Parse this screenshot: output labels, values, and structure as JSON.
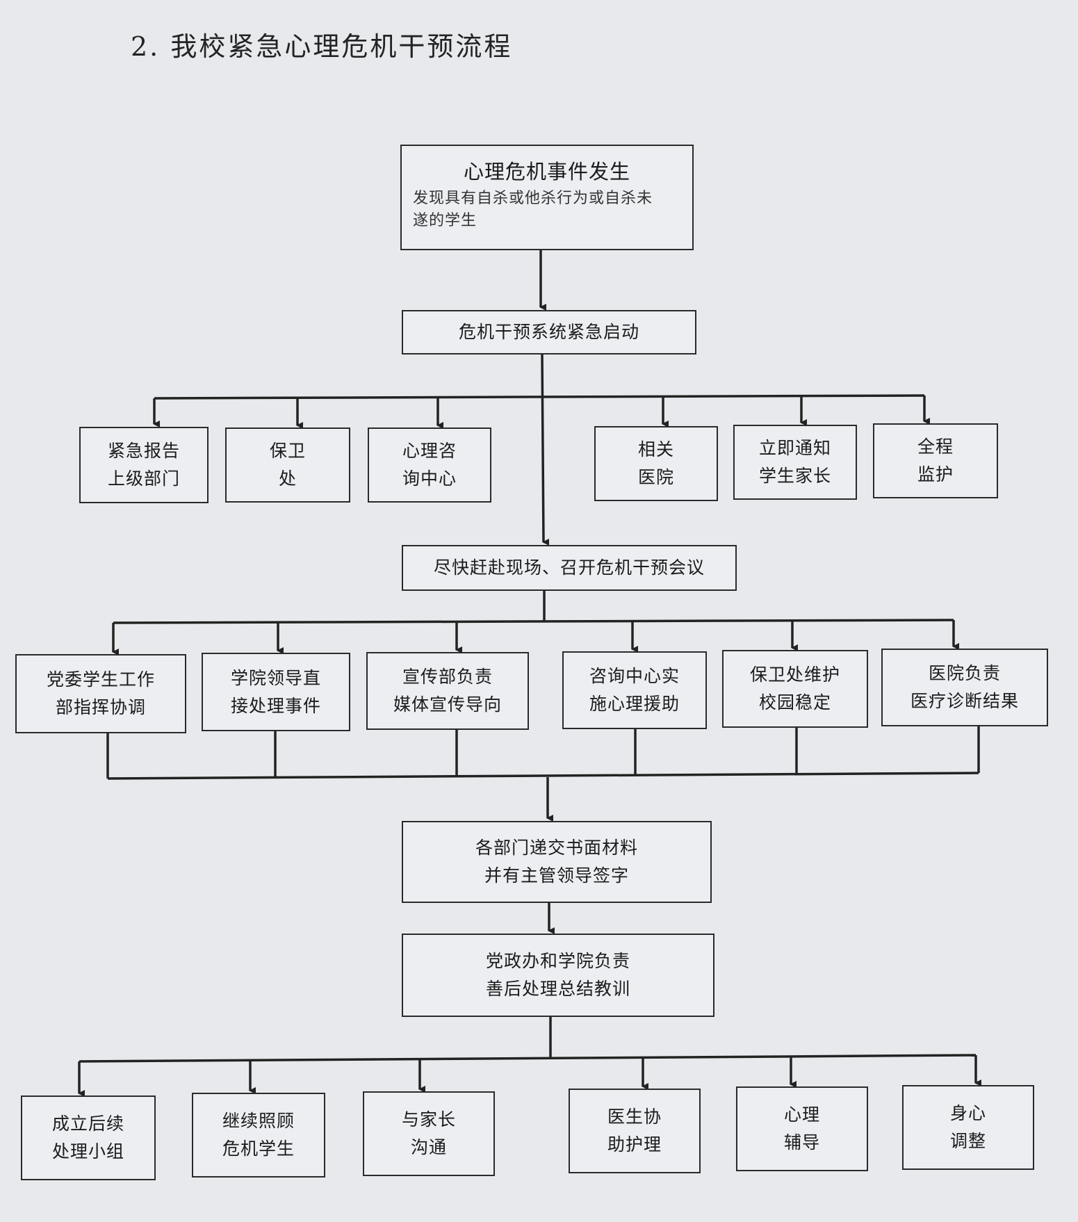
{
  "title": "2. 我校紧急心理危机干预流程",
  "start": {
    "line1": "心理危机事件发生",
    "line2": "发现具有自杀或他杀行为或自杀未",
    "line3": "遂的学生"
  },
  "launch": "危机干预系统紧急启动",
  "row1": [
    {
      "l1": "紧急报告",
      "l2": "上级部门"
    },
    {
      "l1": "保卫",
      "l2": "处"
    },
    {
      "l1": "心理咨",
      "l2": "询中心"
    },
    {
      "l1": "相关",
      "l2": "医院"
    },
    {
      "l1": "立即通知",
      "l2": "学生家长"
    },
    {
      "l1": "全程",
      "l2": "监护"
    }
  ],
  "meeting": "尽快赶赴现场、召开危机干预会议",
  "row2": [
    {
      "l1": "党委学生工作",
      "l2": "部指挥协调"
    },
    {
      "l1": "学院领导直",
      "l2": "接处理事件"
    },
    {
      "l1": "宣传部负责",
      "l2": "媒体宣传导向"
    },
    {
      "l1": "咨询中心实",
      "l2": "施心理援助"
    },
    {
      "l1": "保卫处维护",
      "l2": "校园稳定"
    },
    {
      "l1": "医院负责",
      "l2": "医疗诊断结果"
    }
  ],
  "materials": {
    "l1": "各部门递交书面材料",
    "l2": "并有主管领导签字"
  },
  "aftermath": {
    "l1": "党政办和学院负责",
    "l2": "善后处理总结教训"
  },
  "row3": [
    {
      "l1": "成立后续",
      "l2": "处理小组"
    },
    {
      "l1": "继续照顾",
      "l2": "危机学生"
    },
    {
      "l1": "与家长",
      "l2": "沟通"
    },
    {
      "l1": "医生协",
      "l2": "助护理"
    },
    {
      "l1": "心理",
      "l2": "辅导"
    },
    {
      "l1": "身心",
      "l2": "调整"
    }
  ]
}
